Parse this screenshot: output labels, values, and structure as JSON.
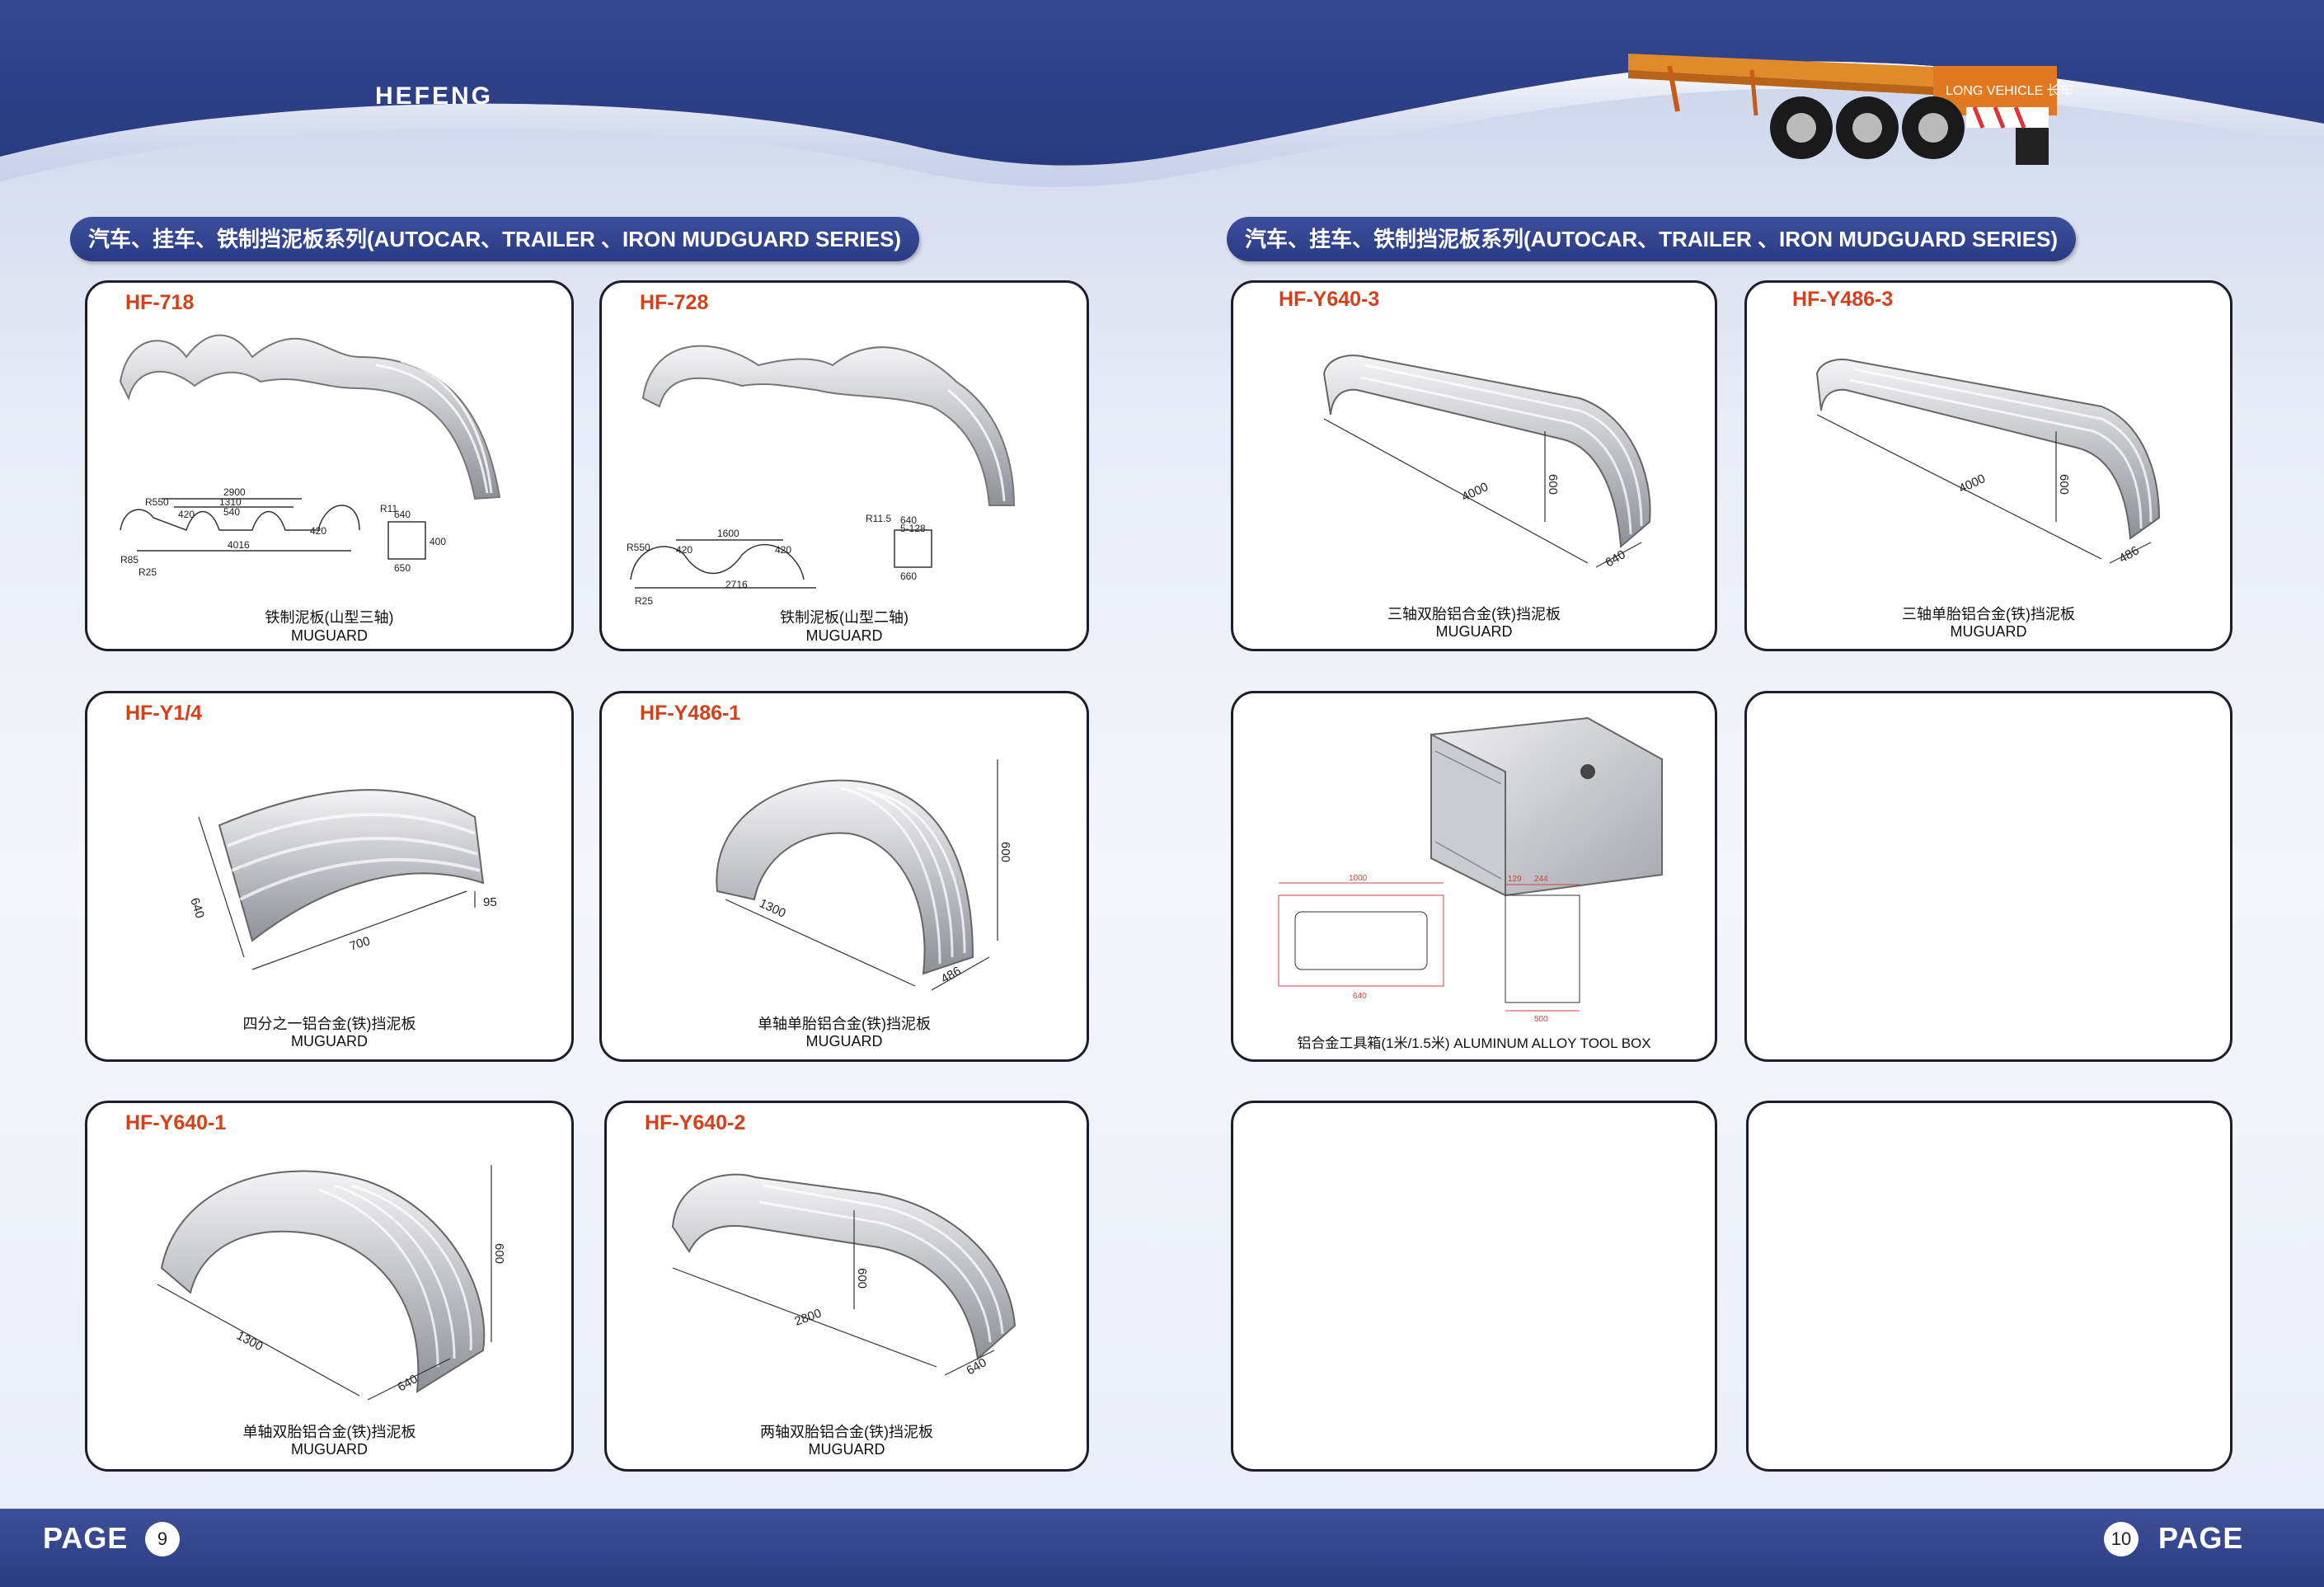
{
  "header": {
    "brand": "HEFENG"
  },
  "sections": {
    "left_title": "汽车、挂车、铁制挡泥板系列(AUTOCAR、TRAILER 、IRON MUDGUARD SERIES)",
    "right_title": "汽车、挂车、铁制挡泥板系列(AUTOCAR、TRAILER 、IRON MUDGUARD SERIES)"
  },
  "products": {
    "hf718": {
      "code": "HF-718",
      "name_cn": "铁制泥板(山型三轴)",
      "name_en": "MUGUARD",
      "dims": {
        "d2900": "2900",
        "d1310": "1310",
        "d540": "540",
        "d420a": "420",
        "d420b": "420",
        "d4016": "4016",
        "d640": "640",
        "d650": "650",
        "d400": "400",
        "r550": "R550",
        "r85": "R85",
        "r11": "R11",
        "r25": "R25"
      }
    },
    "hf728": {
      "code": "HF-728",
      "name_cn": "铁制泥板(山型二轴)",
      "name_en": "MUGUARD",
      "dims": {
        "d1600": "1600",
        "d420a": "420",
        "d420b": "420",
        "d2716": "2716",
        "d640": "640",
        "d660": "660",
        "d5128": "5-128",
        "r550": "R550",
        "r11": "R11.5",
        "r25": "R25"
      }
    },
    "hfy14": {
      "code": "HF-Y1/4",
      "name_cn": "四分之一铝合金(铁)挡泥板",
      "name_en": "MUGUARD",
      "dims": {
        "d640": "640",
        "d700": "700",
        "d95": "95"
      }
    },
    "hfy4861": {
      "code": "HF-Y486-1",
      "name_cn": "单轴单胎铝合金(铁)挡泥板",
      "name_en": "MUGUARD",
      "dims": {
        "d1300": "1300",
        "d600": "600",
        "d486": "486"
      }
    },
    "hfy6401": {
      "code": "HF-Y640-1",
      "name_cn": "单轴双胎铝合金(铁)挡泥板",
      "name_en": "MUGUARD",
      "dims": {
        "d1300": "1300",
        "d600": "600",
        "d640": "640"
      }
    },
    "hfy6402": {
      "code": "HF-Y640-2",
      "name_cn": "两轴双胎铝合金(铁)挡泥板",
      "name_en": "MUGUARD",
      "dims": {
        "d2800": "2800",
        "d600": "600",
        "d640": "640"
      }
    },
    "hfy6403": {
      "code": "HF-Y640-3",
      "name_cn": "三轴双胎铝合金(铁)挡泥板",
      "name_en": "MUGUARD",
      "dims": {
        "d4000": "4000",
        "d600": "600",
        "d640": "640"
      }
    },
    "hfy4863": {
      "code": "HF-Y486-3",
      "name_cn": "三轴单胎铝合金(铁)挡泥板",
      "name_en": "MUGUARD",
      "dims": {
        "d4000": "4000",
        "d600": "600",
        "d486": "486"
      }
    },
    "toolbox": {
      "caption": "铝合金工具箱(1米/1.5米)  ALUMINUM ALLOY TOOL BOX",
      "dims": {
        "d1000": "1000",
        "d640": "640",
        "d500": "500",
        "d129": "129",
        "d244": "244"
      }
    }
  },
  "trailer_photo": {
    "plate_text": "LONG VEHICLE 长车"
  },
  "footer": {
    "left_label": "PAGE",
    "left_num": "9",
    "right_label": "PAGE",
    "right_num": "10"
  },
  "colors": {
    "band": "#2e3d85",
    "code_red": "#d5401a",
    "card_border": "#1e1e2a"
  }
}
